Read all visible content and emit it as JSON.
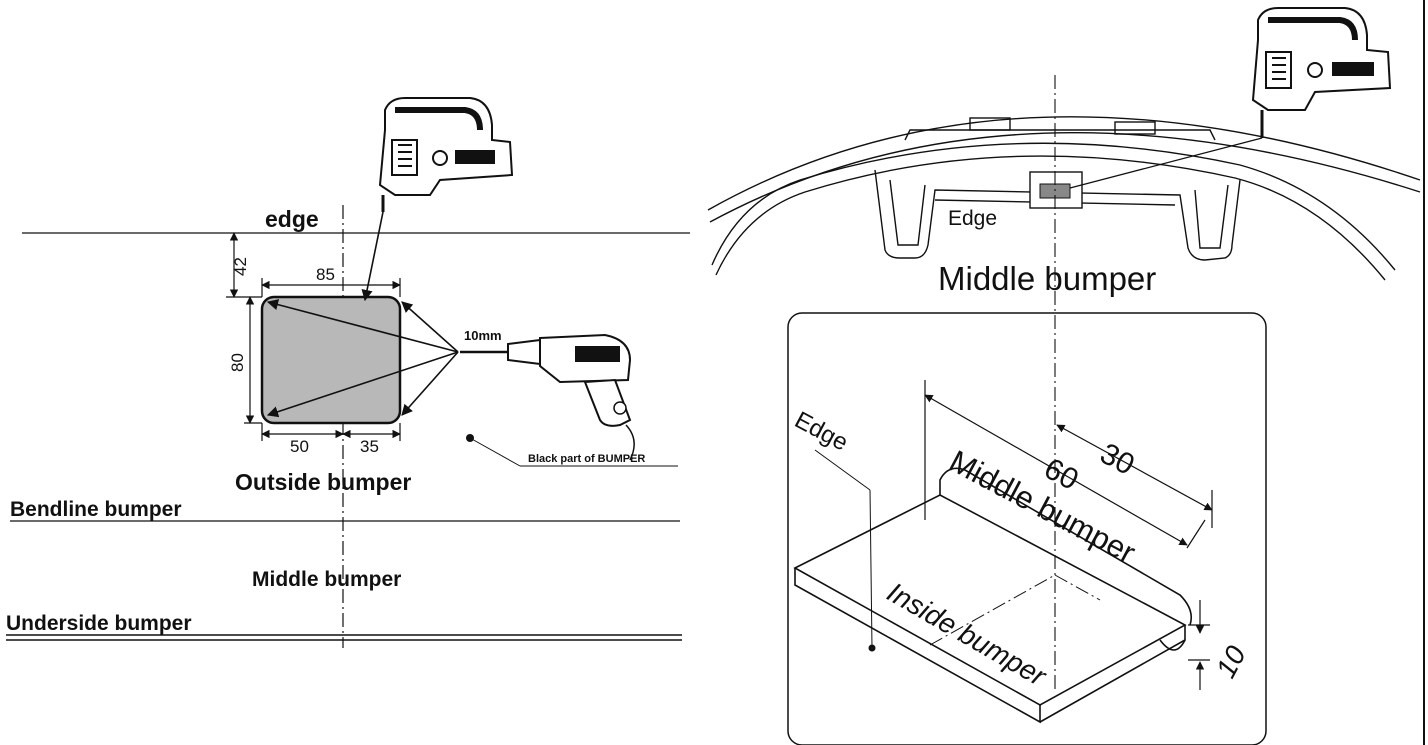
{
  "left": {
    "edge_label": "edge",
    "dim_42": "42",
    "dim_85": "85",
    "dim_80": "80",
    "dim_50": "50",
    "dim_35": "35",
    "drill_size": "10mm",
    "black_part_label": "Black  part of BUMPER",
    "outside_label": "Outside bumper",
    "bendline_label": "Bendline bumper",
    "middle_label": "Middle bumper",
    "underside_label": "Underside bumper"
  },
  "right": {
    "top_edge_label": "Edge",
    "top_middle_label": "Middle bumper",
    "detail_edge_label": "Edge",
    "dim_60": "60",
    "dim_30": "30",
    "detail_middle_label": "Middle bumper",
    "inside_label": "Inside bumper",
    "dim_10": "10"
  }
}
